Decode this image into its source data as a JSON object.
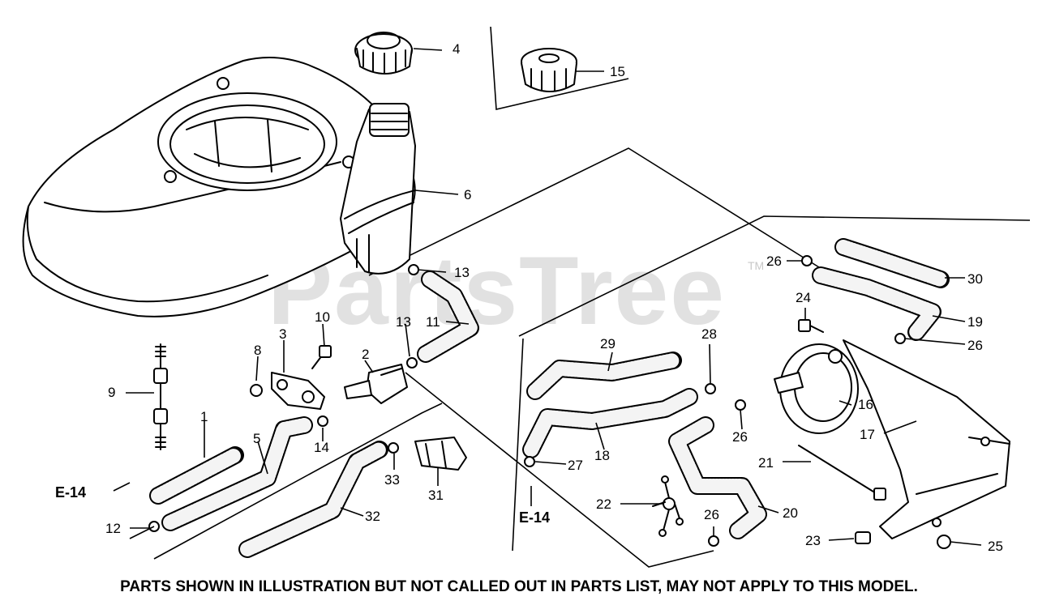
{
  "watermark": {
    "text": "PartsTree",
    "trademark": "TM"
  },
  "footer_note": "PARTS SHOWN IN ILLUSTRATION BUT NOT CALLED OUT IN PARTS LIST, MAY NOT APPLY TO THIS MODEL.",
  "references": [
    "E-14",
    "E-14"
  ],
  "callouts": [
    "1",
    "2",
    "3",
    "4",
    "5",
    "6",
    "8",
    "9",
    "10",
    "11",
    "12",
    "13",
    "13",
    "14",
    "15",
    "16",
    "17",
    "18",
    "19",
    "20",
    "21",
    "22",
    "23",
    "24",
    "25",
    "26",
    "26",
    "26",
    "26",
    "27",
    "28",
    "29",
    "30",
    "31",
    "32",
    "33"
  ],
  "colors": {
    "ink": "#000000",
    "paper": "#ffffff",
    "watermark": "#c8c8c8"
  }
}
